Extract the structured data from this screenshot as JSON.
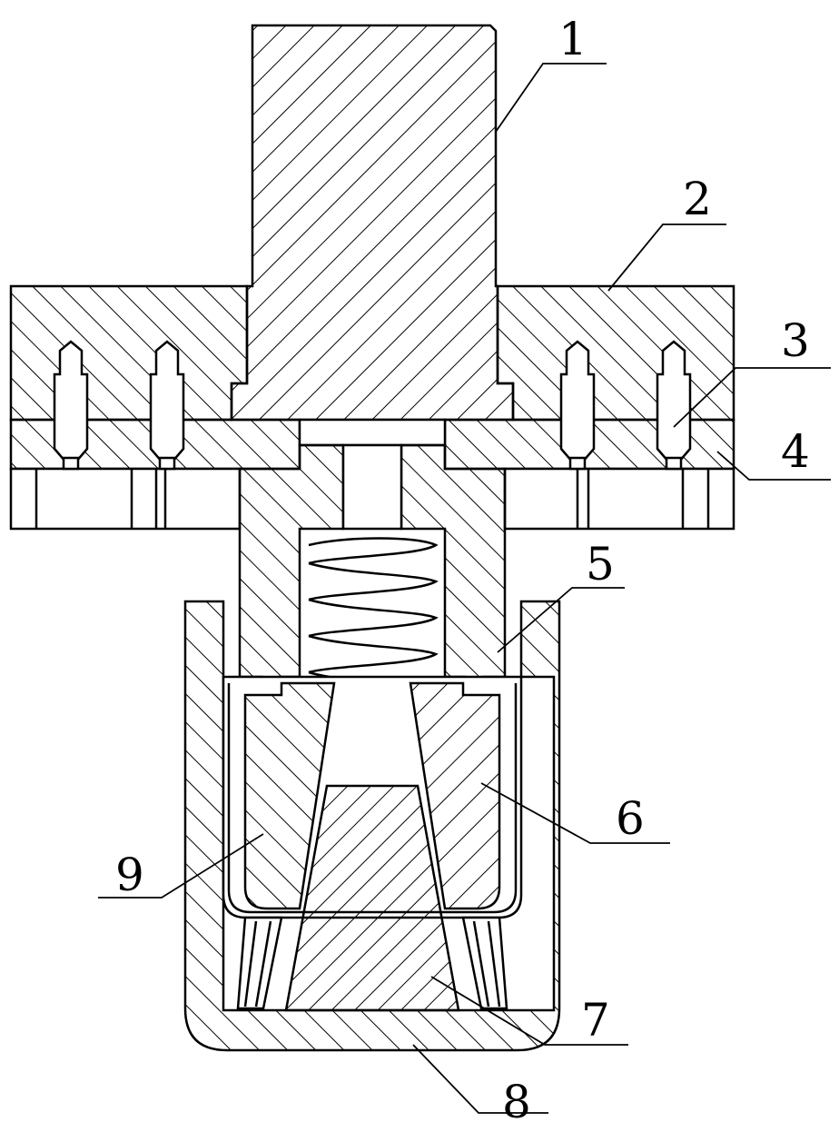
{
  "figure": {
    "labels": [
      "1",
      "2",
      "3",
      "4",
      "5",
      "6",
      "7",
      "8",
      "9"
    ],
    "line_color": "#000000",
    "background": "#ffffff"
  }
}
